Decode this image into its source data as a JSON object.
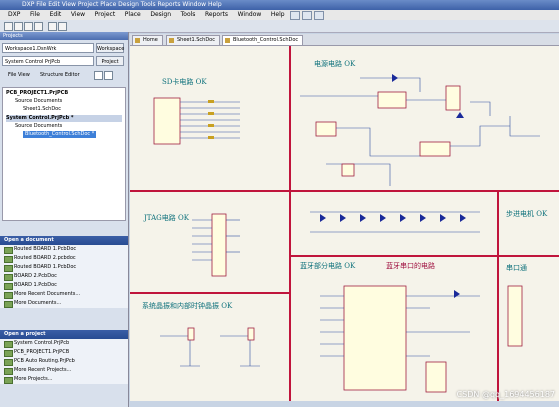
{
  "window": {
    "title": "DXP  File  Edit  View  Project  Place  Design  Tools  Reports  Window  Help"
  },
  "menu": [
    "DXP",
    "File",
    "Edit",
    "View",
    "Project",
    "Place",
    "Design",
    "Tools",
    "Reports",
    "Window",
    "Help"
  ],
  "projects": {
    "header": "Projects",
    "workspace": "Workspace1.DsnWrk",
    "workspace_btn": "Workspace",
    "project": "System Control PrjPcb",
    "project_btn": "Project",
    "file_view": "File View",
    "structure_editor": "Structure Editor",
    "tree": [
      "PCB_PROJECT1.PrjPCB",
      "Source Documents",
      "Sheet1.SchDoc",
      "System Control.PrjPcb *",
      "Source Documents",
      "Bluetooth_Control.SchDoc *"
    ]
  },
  "open_document": {
    "header": "Open a document",
    "items": [
      "Routed BOARD 1.PcbDoc",
      "Routed BOARD 2.pcbdoc",
      "Routed BOARD 1.PcbDoc",
      "BOARD 2.PcbDoc",
      "BOARD 1.PcbDoc",
      "More Recent Documents...",
      "More Documents..."
    ]
  },
  "open_project": {
    "header": "Open a project",
    "items": [
      "System Control.PrjPcb",
      "PCB_PROJECT1.PrjPCB",
      "PCB Auto Routing.PrjPcb",
      "More Recent Projects...",
      "More Projects..."
    ]
  },
  "tabs": [
    "Home",
    "Sheet1.SchDoc",
    "Bluetooth_Control.SchDoc"
  ],
  "labels": {
    "sd": "SD卡电路 OK",
    "power": "电源电路 OK",
    "jtag": "JTAG电路 OK",
    "motor": "步进电机 OK",
    "osc": "系统晶振和内部时钟晶振 OK",
    "bt_ok": "蓝牙部分电路 OK",
    "bt_uart": "蓝牙串口的电路",
    "uart": "串口通"
  },
  "watermark": "CSDN @qq_1694456187"
}
